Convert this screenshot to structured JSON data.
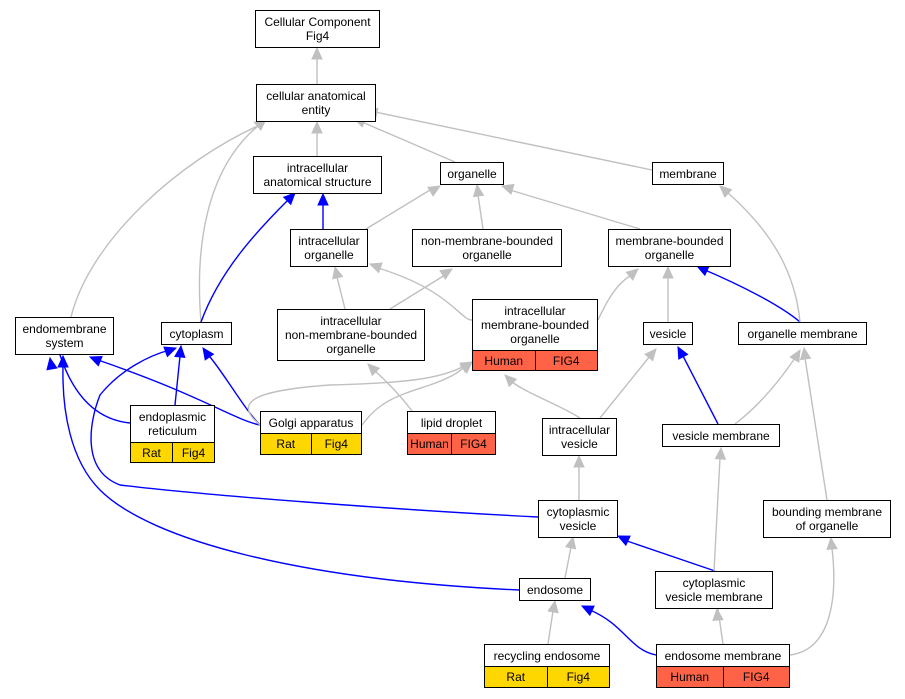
{
  "colors": {
    "grey_edge": "#c0c0c0",
    "blue_edge": "#0000ff",
    "rat_color": "#ffd700",
    "human_color": "#ff6347"
  },
  "nodes": {
    "root": "Cellular Component\nFig4",
    "cae": "cellular anatomical\nentity",
    "ias": "intracellular\nanatomical structure",
    "organelle": "organelle",
    "membrane": "membrane",
    "io": "intracellular\norganelle",
    "nmbo": "non-membrane-bounded\norganelle",
    "mbo": "membrane-bounded\norganelle",
    "endomembrane": "endomembrane\nsystem",
    "cytoplasm": "cytoplasm",
    "inmbo": "intracellular\nnon-membrane-bounded\norganelle",
    "imbo": "intracellular\nmembrane-bounded\norganelle",
    "vesicle": "vesicle",
    "om": "organelle membrane",
    "er": "endoplasmic\nreticulum",
    "golgi": "Golgi apparatus",
    "lipid": "lipid droplet",
    "iv": "intracellular\nvesicle",
    "vm": "vesicle membrane",
    "cv": "cytoplasmic\nvesicle",
    "bmo": "bounding membrane\nof organelle",
    "endosome": "endosome",
    "cvm": "cytoplasmic\nvesicle membrane",
    "recycling": "recycling endosome",
    "em": "endosome membrane"
  },
  "annotations": {
    "imbo": [
      "Human",
      "FIG4"
    ],
    "er": [
      "Rat",
      "Fig4"
    ],
    "golgi": [
      "Rat",
      "Fig4"
    ],
    "lipid": [
      "Human",
      "FIG4"
    ],
    "recycling": [
      "Rat",
      "Fig4"
    ],
    "em": [
      "Human",
      "FIG4"
    ]
  }
}
